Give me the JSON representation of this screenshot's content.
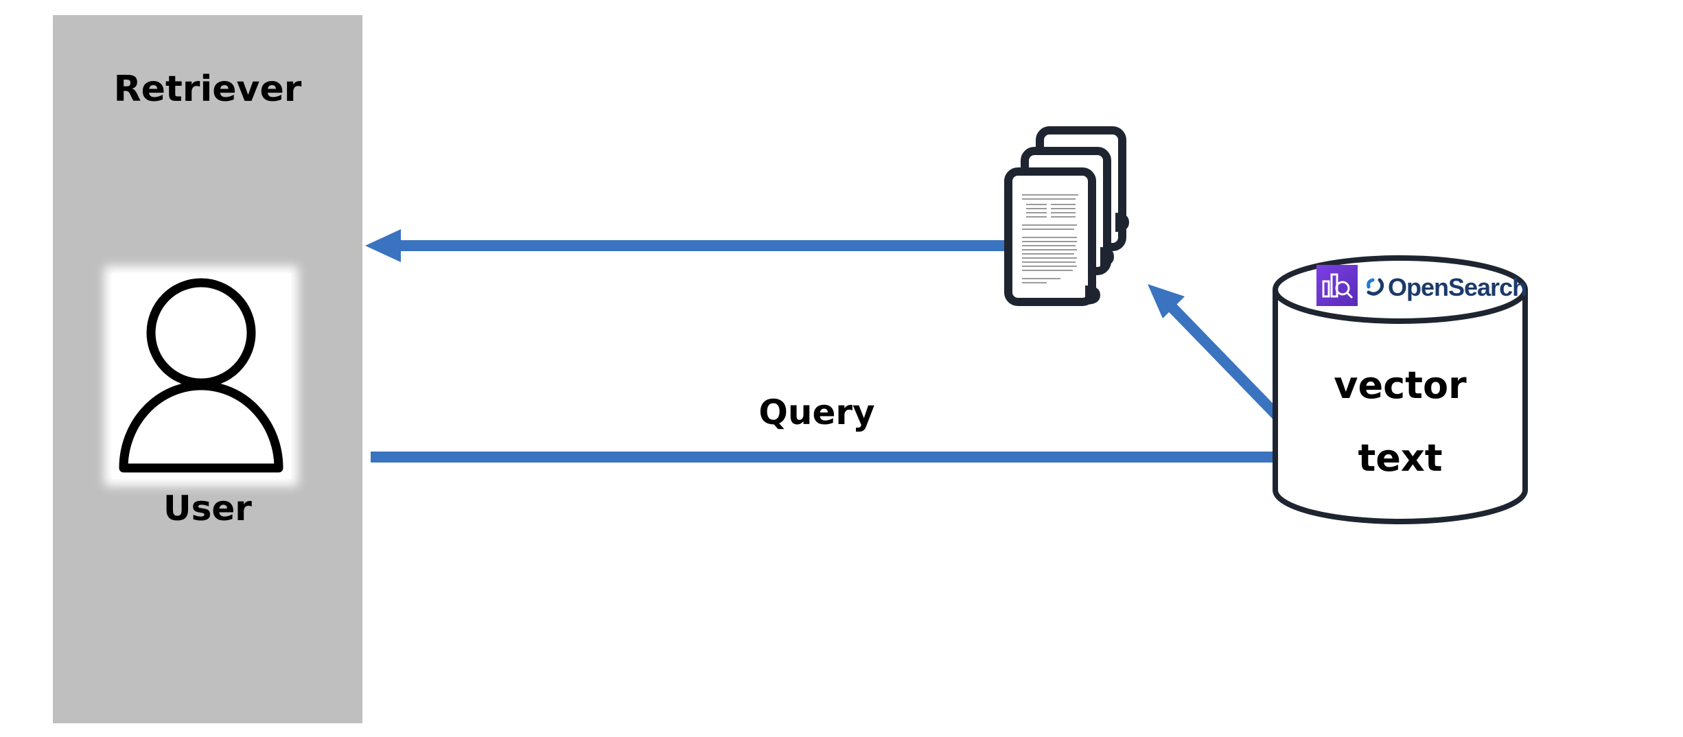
{
  "retriever": {
    "title": "Retriever"
  },
  "user": {
    "label": "User",
    "icon": "user-icon"
  },
  "query": {
    "label": "Query"
  },
  "documents": {
    "icon": "documents-stack-icon"
  },
  "database": {
    "icon": "database-cylinder-icon",
    "logo_text": "OpenSearch",
    "logo_icon": "opensearch-service-icon",
    "fields": [
      "vector",
      "text"
    ]
  },
  "colors": {
    "panel": "#bfbfbf",
    "arrow": "#3a73c0",
    "outline": "#1f2530",
    "logo_square": "#7b3fe4",
    "logo_text": "#1b3a6b"
  }
}
